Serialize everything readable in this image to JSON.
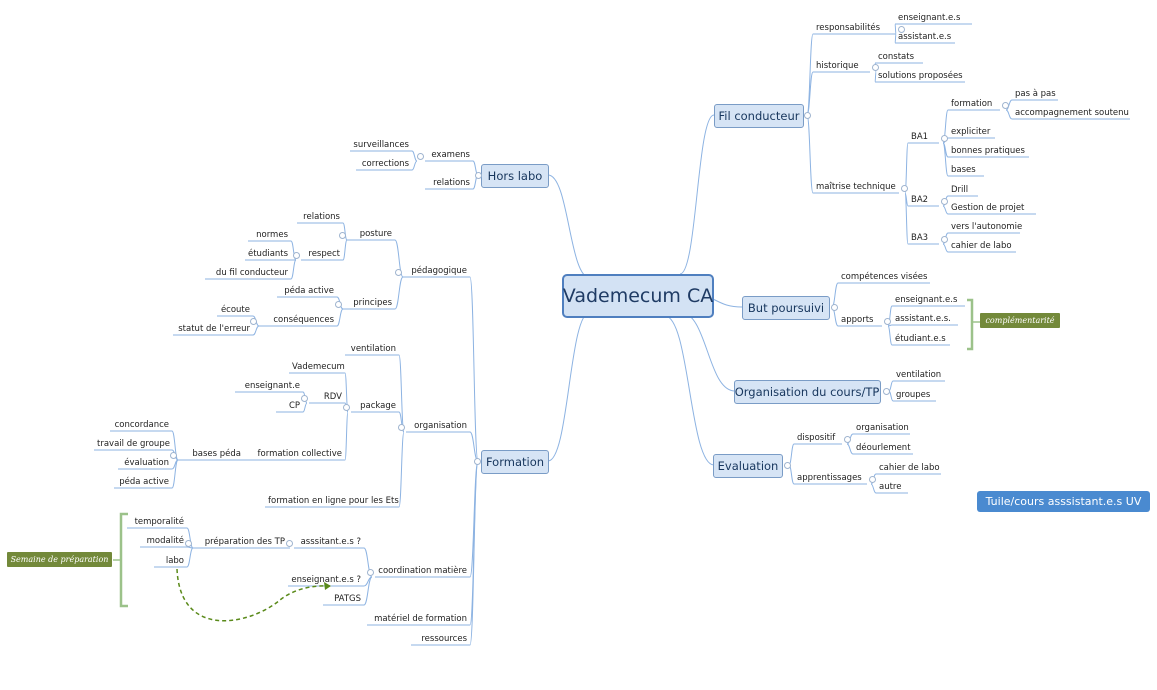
{
  "root": {
    "label": "Vademecum CA"
  },
  "badge": {
    "label": "Tuile/cours asssistant.e.s UV"
  },
  "tags": {
    "complementarite": "complémentarité",
    "semaine": "Semaine de préparation"
  },
  "colors": {
    "link": "#8db3e2",
    "topic_fill": "#d6e4f5",
    "root_border": "#4f7fbf",
    "tag_green": "#73893a",
    "badge_blue": "#4a8ad0",
    "bracket_green": "#9cc28a",
    "dashed_green": "#5a8a1a"
  },
  "branches": {
    "fil_conducteur": {
      "label": "Fil conducteur",
      "responsabilites": {
        "label": "responsabilités",
        "items": [
          "enseignant.e.s",
          "assistant.e.s"
        ]
      },
      "historique": {
        "label": "historique",
        "items": [
          "constats",
          "solutions proposées"
        ]
      },
      "maitrise": {
        "label": "maîtrise technique",
        "ba1": {
          "label": "BA1",
          "formation": {
            "label": "formation",
            "items": [
              "pas à pas",
              "accompagnement soutenu"
            ]
          },
          "items": [
            "expliciter",
            "bonnes pratiques",
            "bases"
          ]
        },
        "ba2": {
          "label": "BA2",
          "items": [
            "Drill",
            "Gestion de projet"
          ]
        },
        "ba3": {
          "label": "BA3",
          "items": [
            "vers l'autonomie",
            "cahier de labo"
          ]
        }
      }
    },
    "but": {
      "label": "But poursuivi",
      "competences": "compétences visées",
      "apports": {
        "label": "apports",
        "items": [
          "enseignant.e.s",
          "assistant.e.s.",
          "étudiant.e.s"
        ]
      }
    },
    "organisation": {
      "label": "Organisation du cours/TP",
      "items": [
        "ventilation",
        "groupes"
      ]
    },
    "evaluation": {
      "label": "Evaluation",
      "dispositif": {
        "label": "dispositif",
        "items": [
          "organisation",
          "déourlement"
        ]
      },
      "apprentissages": {
        "label": "apprentissages",
        "items": [
          "cahier de labo",
          "autre"
        ]
      }
    },
    "hors_labo": {
      "label": "Hors labo",
      "examens": {
        "label": "examens",
        "items": [
          "surveillances",
          "corrections"
        ]
      },
      "relations": "relations"
    },
    "formation": {
      "label": "Formation",
      "pedagogique": {
        "label": "pédagogique",
        "posture": {
          "label": "posture",
          "relations": "relations",
          "respect": {
            "label": "respect",
            "items": [
              "normes",
              "étudiants",
              "du fil conducteur"
            ]
          }
        },
        "principes": {
          "label": "principes",
          "peda_active": "péda active",
          "consequences": {
            "label": "conséquences",
            "items": [
              "écoute",
              "statut de l'erreur"
            ]
          }
        }
      },
      "organisation": {
        "label": "organisation",
        "ventilation": "ventilation",
        "package": {
          "label": "package",
          "vademecum": "Vademecum",
          "rdv": {
            "label": "RDV",
            "items": [
              "enseignant.e",
              "CP"
            ]
          },
          "formation_collective": "formation collective"
        },
        "bases_peda": {
          "label": "bases péda",
          "items": [
            "concordance",
            "travail de groupe",
            "évaluation",
            "péda active"
          ]
        },
        "formation_en_ligne": "formation en ligne pour les Ets"
      },
      "coordination": {
        "label": "coordination matière",
        "assistants": {
          "label": "asssitant.e.s ?",
          "preparation": {
            "label": "préparation des TP",
            "items": [
              "temporalité",
              "modalité",
              "labo"
            ]
          }
        },
        "enseignants": "enseignant.e.s ?",
        "patgs": "PATGS"
      },
      "materiel": "matériel de formation",
      "ressources": "ressources"
    }
  }
}
